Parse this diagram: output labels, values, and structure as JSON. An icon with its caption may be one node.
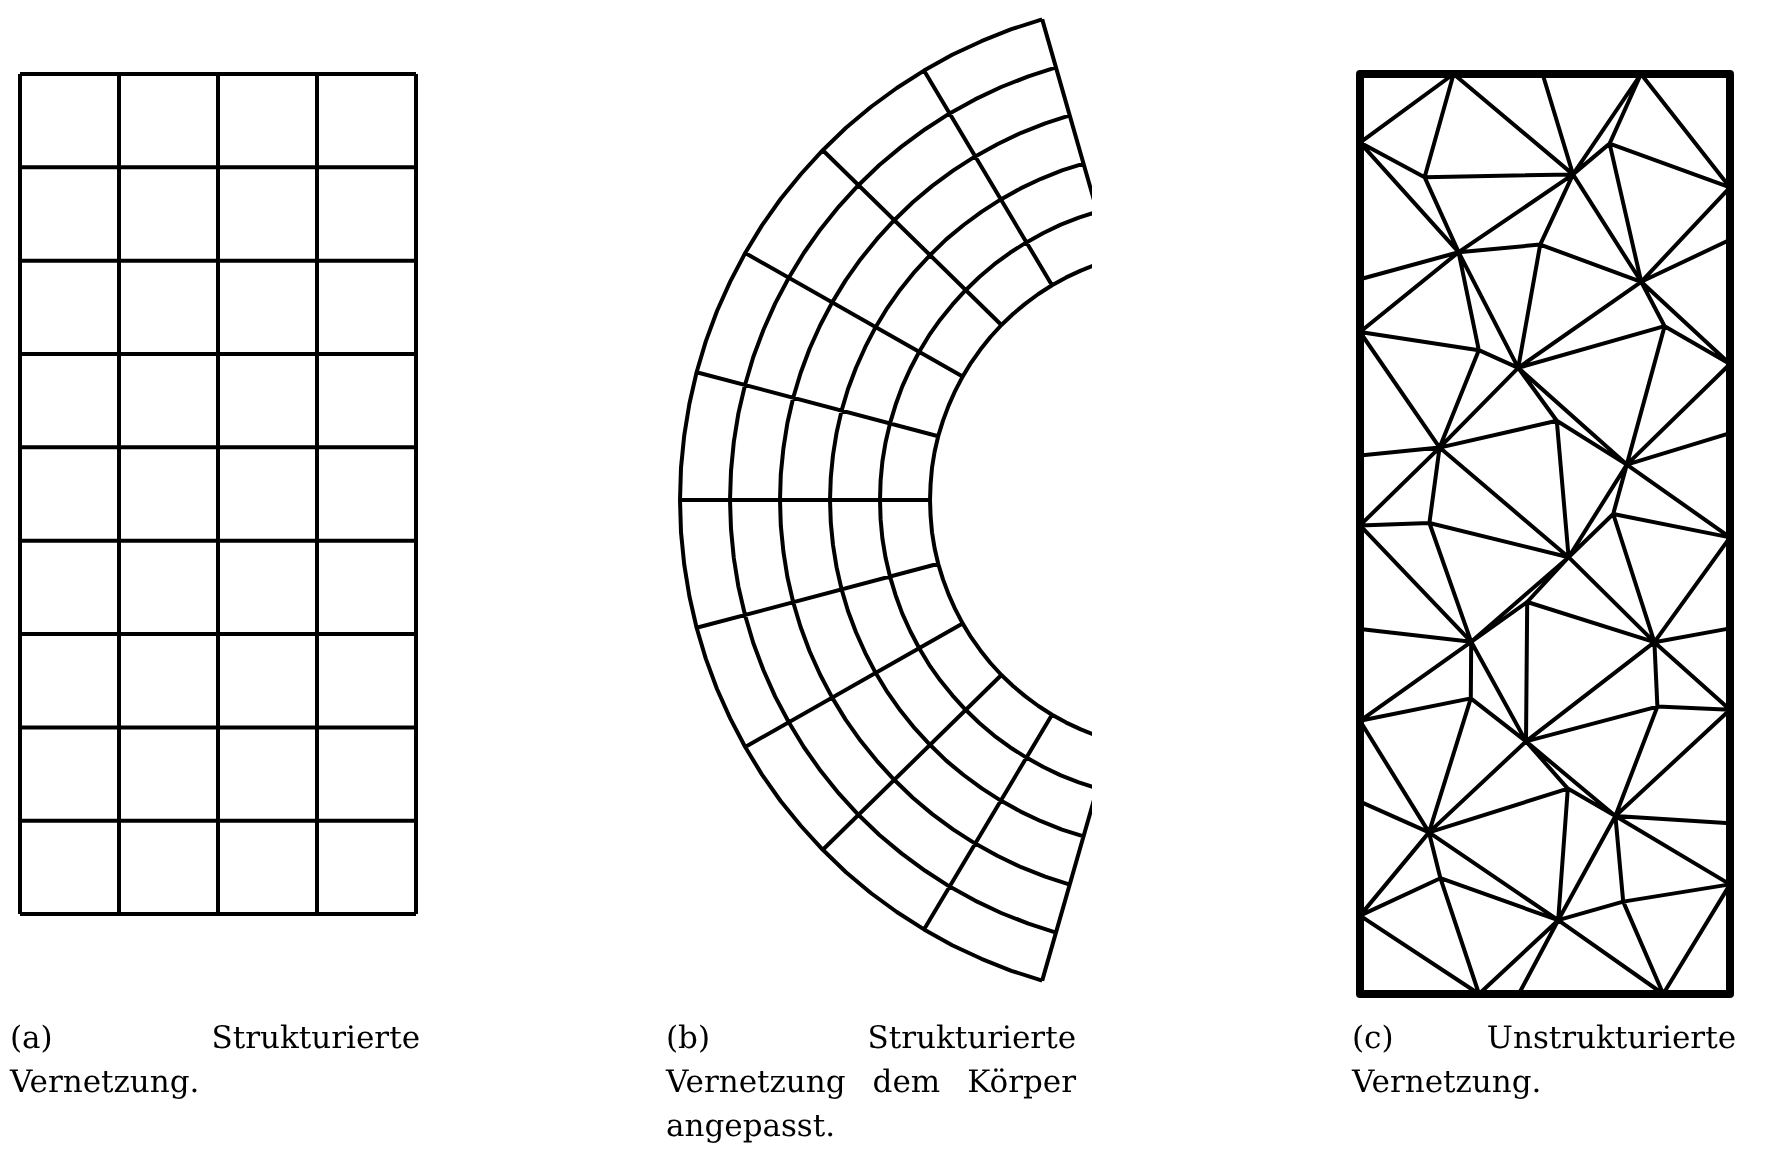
{
  "diagram": {
    "labels": [
      "(a) Strukturierte Vernetzung.",
      "(b) Strukturierte Vernetzung dem Körper angepasst.",
      "(c) Unstrukturierte Vernetzung."
    ]
  }
}
